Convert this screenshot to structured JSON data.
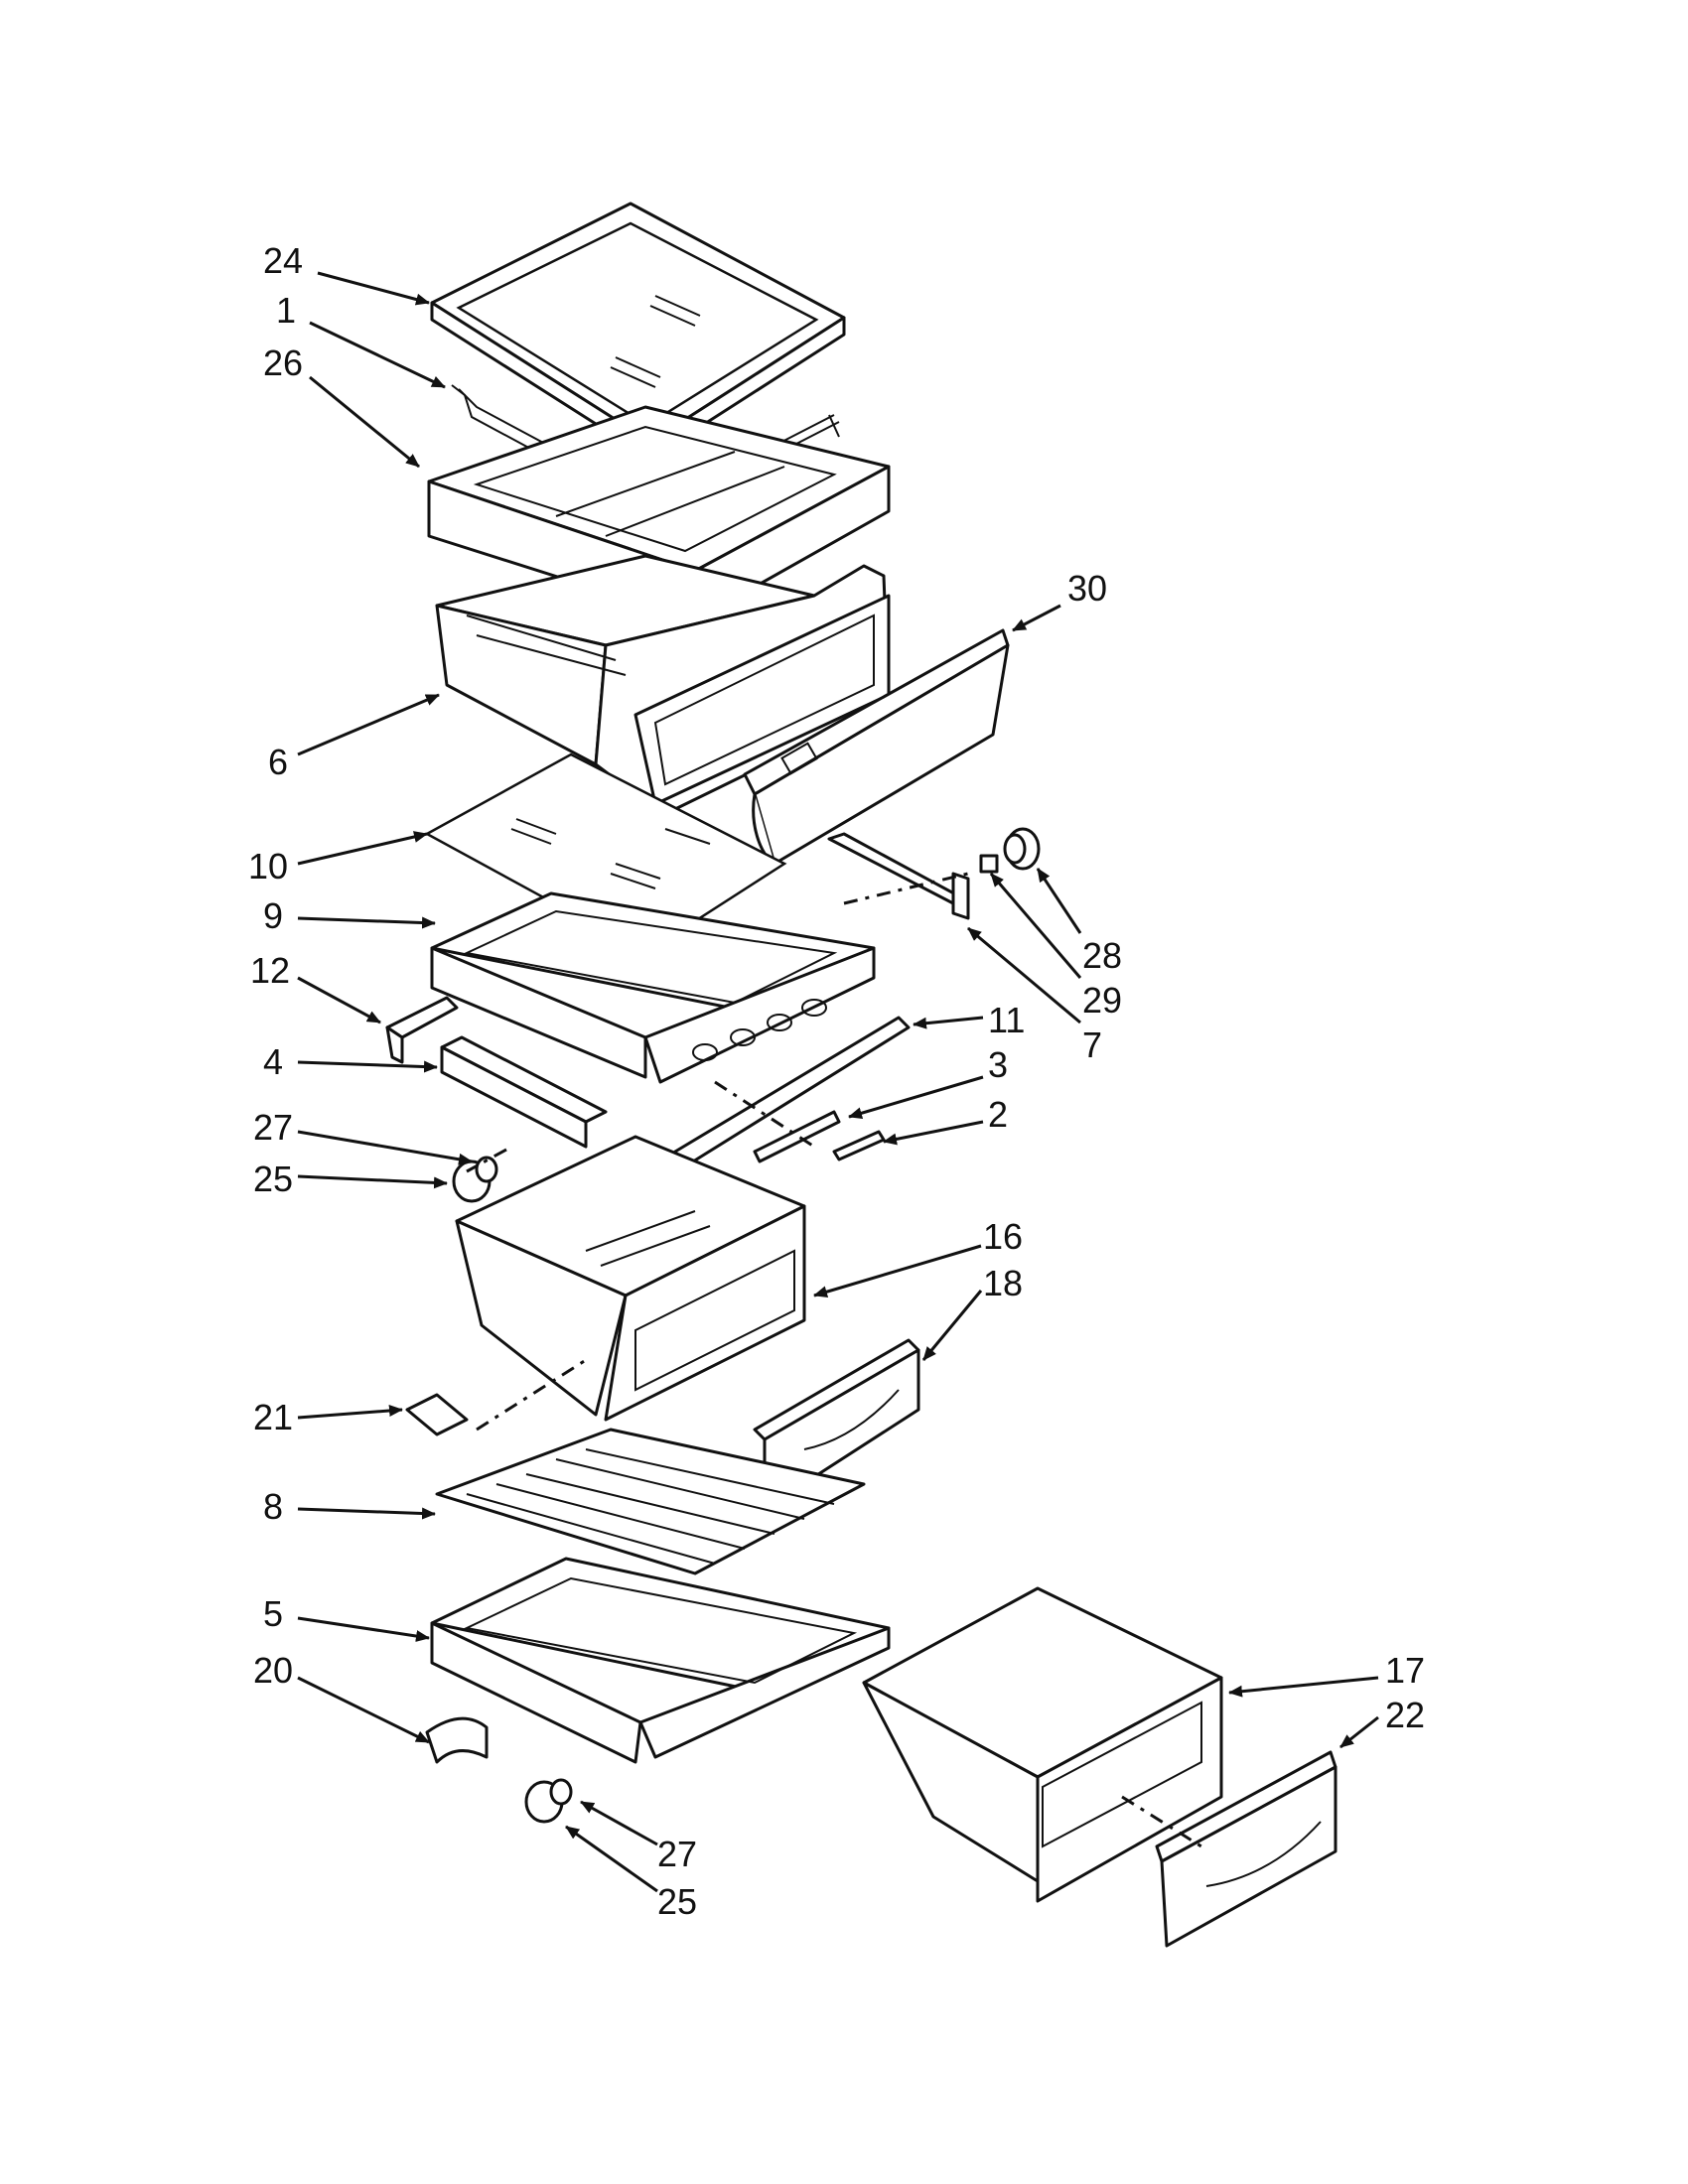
{
  "callouts": [
    {
      "label": "24",
      "anchor": "end"
    },
    {
      "label": "1",
      "anchor": "end"
    },
    {
      "label": "26",
      "anchor": "end"
    },
    {
      "label": "30",
      "anchor": "start"
    },
    {
      "label": "6",
      "anchor": "end"
    },
    {
      "label": "10",
      "anchor": "end"
    },
    {
      "label": "9",
      "anchor": "end"
    },
    {
      "label": "28",
      "anchor": "start"
    },
    {
      "label": "29",
      "anchor": "start"
    },
    {
      "label": "7",
      "anchor": "start"
    },
    {
      "label": "12",
      "anchor": "end"
    },
    {
      "label": "11",
      "anchor": "start"
    },
    {
      "label": "4",
      "anchor": "end"
    },
    {
      "label": "3",
      "anchor": "start"
    },
    {
      "label": "2",
      "anchor": "start"
    },
    {
      "label": "27",
      "anchor": "end"
    },
    {
      "label": "25",
      "anchor": "end"
    },
    {
      "label": "16",
      "anchor": "start"
    },
    {
      "label": "18",
      "anchor": "start"
    },
    {
      "label": "21",
      "anchor": "end"
    },
    {
      "label": "8",
      "anchor": "end"
    },
    {
      "label": "5",
      "anchor": "end"
    },
    {
      "label": "20",
      "anchor": "end"
    },
    {
      "label": "17",
      "anchor": "start"
    },
    {
      "label": "22",
      "anchor": "start"
    },
    {
      "label": "27",
      "anchor": "start"
    },
    {
      "label": "25",
      "anchor": "start"
    }
  ]
}
